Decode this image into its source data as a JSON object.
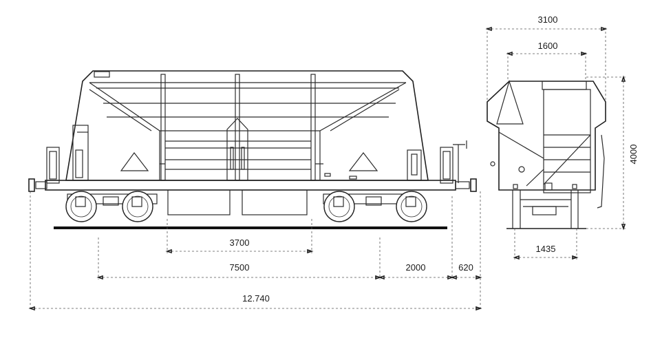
{
  "dimensions": {
    "bogie_spacing": "3700",
    "wheelbase_total": "7500",
    "end_overhang": "2000",
    "buffer_length": "620",
    "overall_length": "12.740",
    "overall_width": "3100",
    "hopper_opening_width": "1600",
    "overall_height": "4000",
    "track_gauge": "1435"
  }
}
